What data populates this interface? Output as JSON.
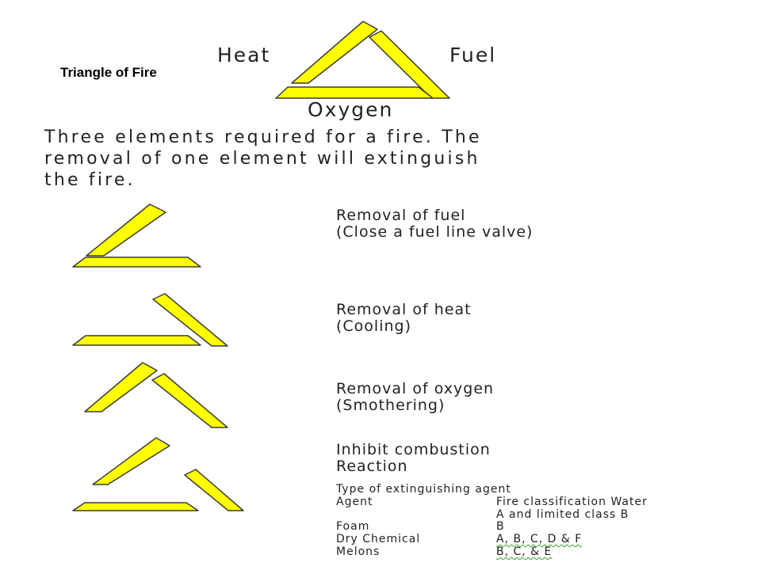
{
  "title": "Triangle of Fire",
  "triangle_labels": {
    "heat": "Heat",
    "fuel": "Fuel",
    "oxygen": "Oxygen"
  },
  "intro": [
    "Three elements required for a fire. The",
    "removal of one element will extinguish",
    "the fire."
  ],
  "methods": [
    {
      "line1": "Removal of fuel",
      "line2": "(Close a fuel line valve)"
    },
    {
      "line1": "Removal of heat",
      "line2": "(Cooling)"
    },
    {
      "line1": "Removal of oxygen",
      "line2": "(Smothering)"
    },
    {
      "line1": "Inhibit combustion",
      "line2": "Reaction"
    }
  ],
  "agents_table": {
    "caption": "Type of extinguishing agent",
    "header": {
      "agent": "Agent",
      "classification": "Fire classification"
    },
    "rows": [
      {
        "agent": "Water",
        "classification": "A and limited class B"
      },
      {
        "agent": "Foam",
        "classification": "B"
      },
      {
        "agent": "Dry Chemical",
        "classification": "A, B, C, D & F"
      },
      {
        "agent": "Melons",
        "classification": "B, C, & E"
      }
    ]
  },
  "colors": {
    "triangle_fill": "#ffff00",
    "triangle_stroke": "#3a3a3a",
    "underline": "#2fa52f"
  }
}
